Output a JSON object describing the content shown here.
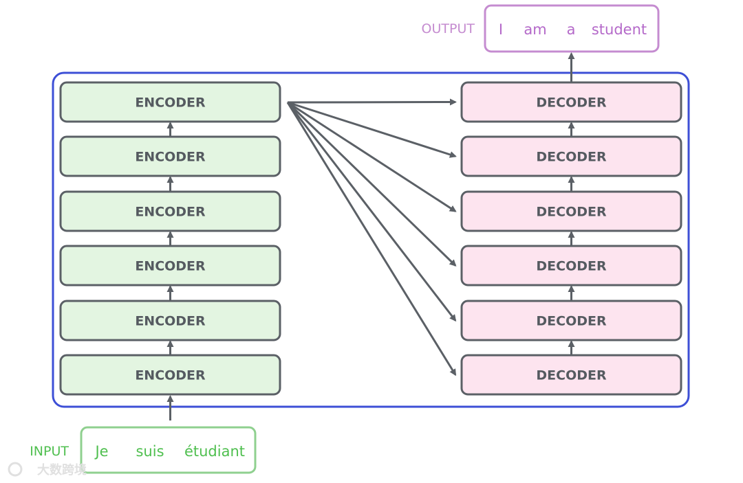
{
  "output": {
    "label": "OUTPUT",
    "tokens": [
      "I",
      "am",
      "a",
      "student"
    ]
  },
  "input": {
    "label": "INPUT",
    "tokens": [
      "Je",
      "suis",
      "étudiant"
    ]
  },
  "encoders": [
    "ENCODER",
    "ENCODER",
    "ENCODER",
    "ENCODER",
    "ENCODER",
    "ENCODER"
  ],
  "decoders": [
    "DECODER",
    "DECODER",
    "DECODER",
    "DECODER",
    "DECODER",
    "DECODER"
  ],
  "watermark": "大数跨境",
  "colors": {
    "container_border": "#3d4fd6",
    "encoder_fill": "#e3f5e1",
    "decoder_fill": "#fde4ef",
    "block_border": "#5b6066",
    "arrow": "#5b6066",
    "output_color": "#c58cd0",
    "output_text": "#b469c9",
    "input_color": "#8fd08f",
    "input_text": "#4fbf4f"
  }
}
